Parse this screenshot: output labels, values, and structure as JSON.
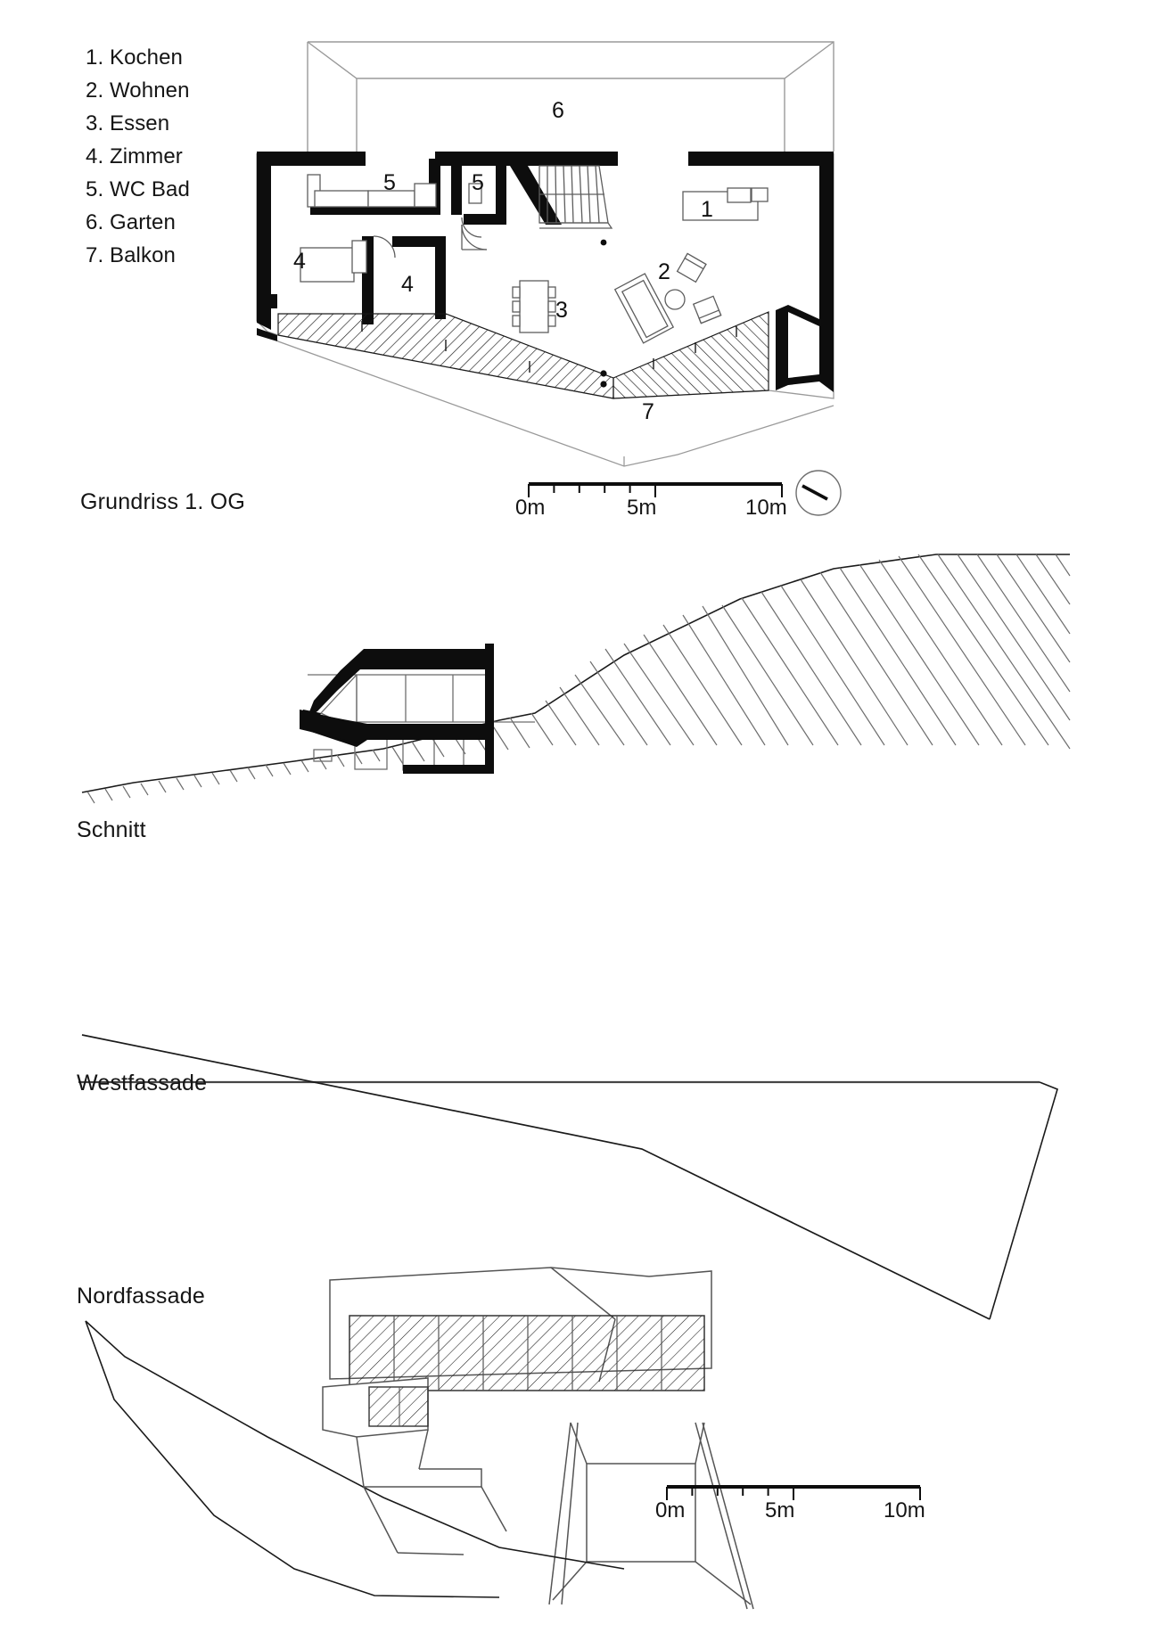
{
  "sheet": {
    "background": "#ffffff",
    "ink": "#1a1a1a"
  },
  "legend": {
    "name": "room-legend",
    "items": [
      "1. Kochen",
      "2. Wohnen",
      "3. Essen",
      "4. Zimmer",
      "5. WC Bad",
      "6. Garten",
      "7. Balkon"
    ]
  },
  "drawings": {
    "plan": {
      "caption": "Grundriss 1. OG",
      "room_numbers": {
        "kitchen": "1",
        "living": "2",
        "dining": "3",
        "room_left": "4",
        "room_right": "4",
        "bath_large": "5",
        "bath_small": "5",
        "garden": "6",
        "balcony": "7"
      }
    },
    "section": {
      "caption": "Schnitt"
    },
    "west": {
      "caption": "Westfassade"
    },
    "north": {
      "caption": "Nordfassade"
    }
  },
  "scalebars": {
    "plan": {
      "name": "scale-bar-plan",
      "ticks": [
        "0m",
        "5m",
        "10m"
      ],
      "unit": "m",
      "range_min": 0,
      "range_max": 10,
      "minor_divisions": 10
    },
    "facade": {
      "name": "scale-bar-facade",
      "ticks": [
        "0m",
        "5m",
        "10m"
      ],
      "unit": "m",
      "range_min": 0,
      "range_max": 10,
      "minor_divisions": 10
    }
  },
  "compass": {
    "name": "north-arrow",
    "label": "",
    "direction_deg": 295
  }
}
